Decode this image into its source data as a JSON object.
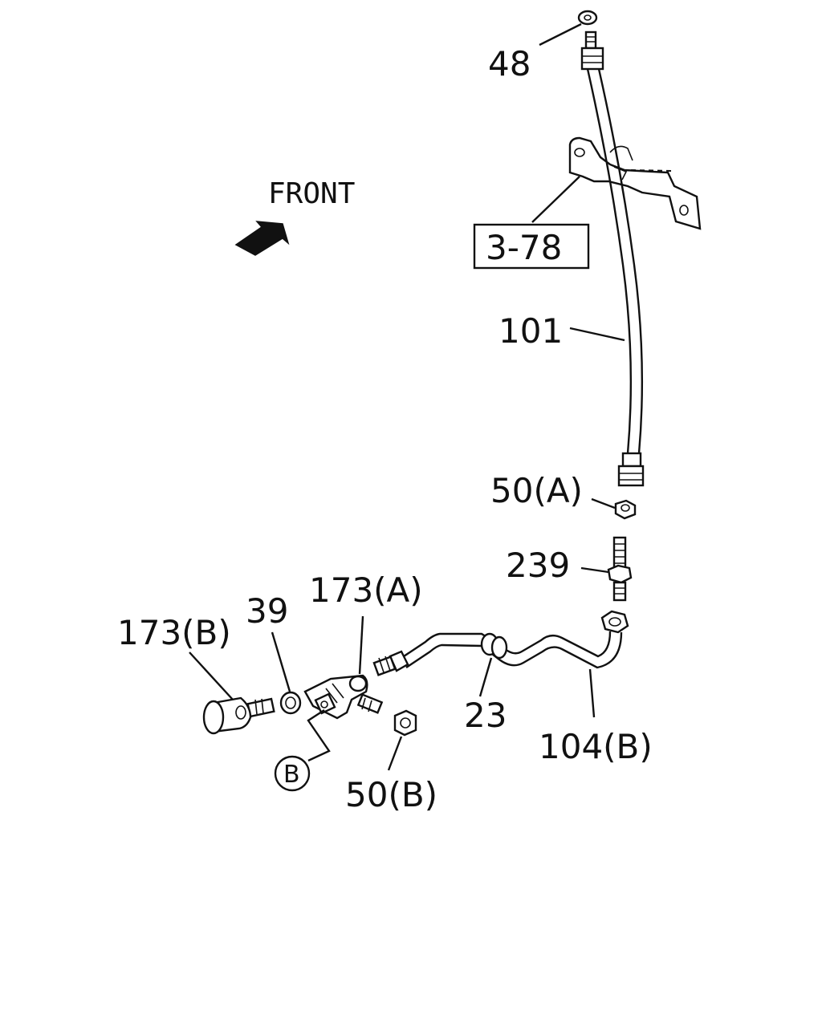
{
  "diagram": {
    "direction_label": "FRONT",
    "reference_box": "3-78",
    "callout_letter": "B",
    "labels": {
      "p48": "48",
      "p101": "101",
      "p50a": "50(A)",
      "p239": "239",
      "p173a": "173(A)",
      "p173b": "173(B)",
      "p39": "39",
      "p23": "23",
      "p104b": "104(B)",
      "p50b": "50(B)"
    }
  }
}
